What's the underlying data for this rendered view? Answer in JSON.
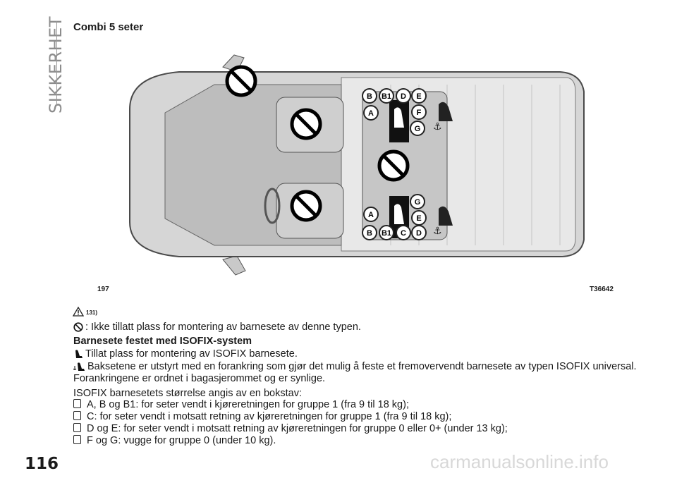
{
  "side_label": "SIKKERHET",
  "title": "Combi 5 seter",
  "figure": {
    "number": "197",
    "code": "T36642",
    "labels_right_top": [
      "B",
      "B1",
      "D",
      "E"
    ],
    "labels_left_top": [
      "A"
    ],
    "labels_col_top": [
      "F",
      "G"
    ],
    "labels_col_bottom": [
      "G",
      "E"
    ],
    "labels_left_bottom": [
      "A"
    ],
    "labels_right_bottom": [
      "B",
      "B1",
      "C",
      "D"
    ]
  },
  "warning_ref": "131)",
  "lines": {
    "not_allowed": ": Ikke tillatt plass for montering av barnesete av denne typen.",
    "heading": "Barnesete festet med ISOFIX-system",
    "allowed": "Tillat plass for montering av ISOFIX barnesete.",
    "universal_1": "Baksetene er utstyrt med en forankring som gjør det mulig å feste et fremovervendt barnesete av typen ISOFIX universal.",
    "universal_2": "Forankringene er ordnet i bagasjerommet og er synlige.",
    "size_intro": "ISOFIX barnesetets størrelse angis av en bokstav:",
    "bullets": [
      "A, B og B1: for seter vendt i kjøreretningen for gruppe 1 (fra 9 til 18 kg);",
      "C: for seter vendt i motsatt retning av kjøreretningen for gruppe 1 (fra 9 til 18 kg);",
      "D og E: for seter vendt i motsatt retning av kjøreretningen for gruppe 0 eller 0+ (under 13 kg);",
      "F og G: vugge for gruppe 0 (under 10 kg)."
    ]
  },
  "page_number": "116",
  "watermark": "carmanualsonline.info"
}
